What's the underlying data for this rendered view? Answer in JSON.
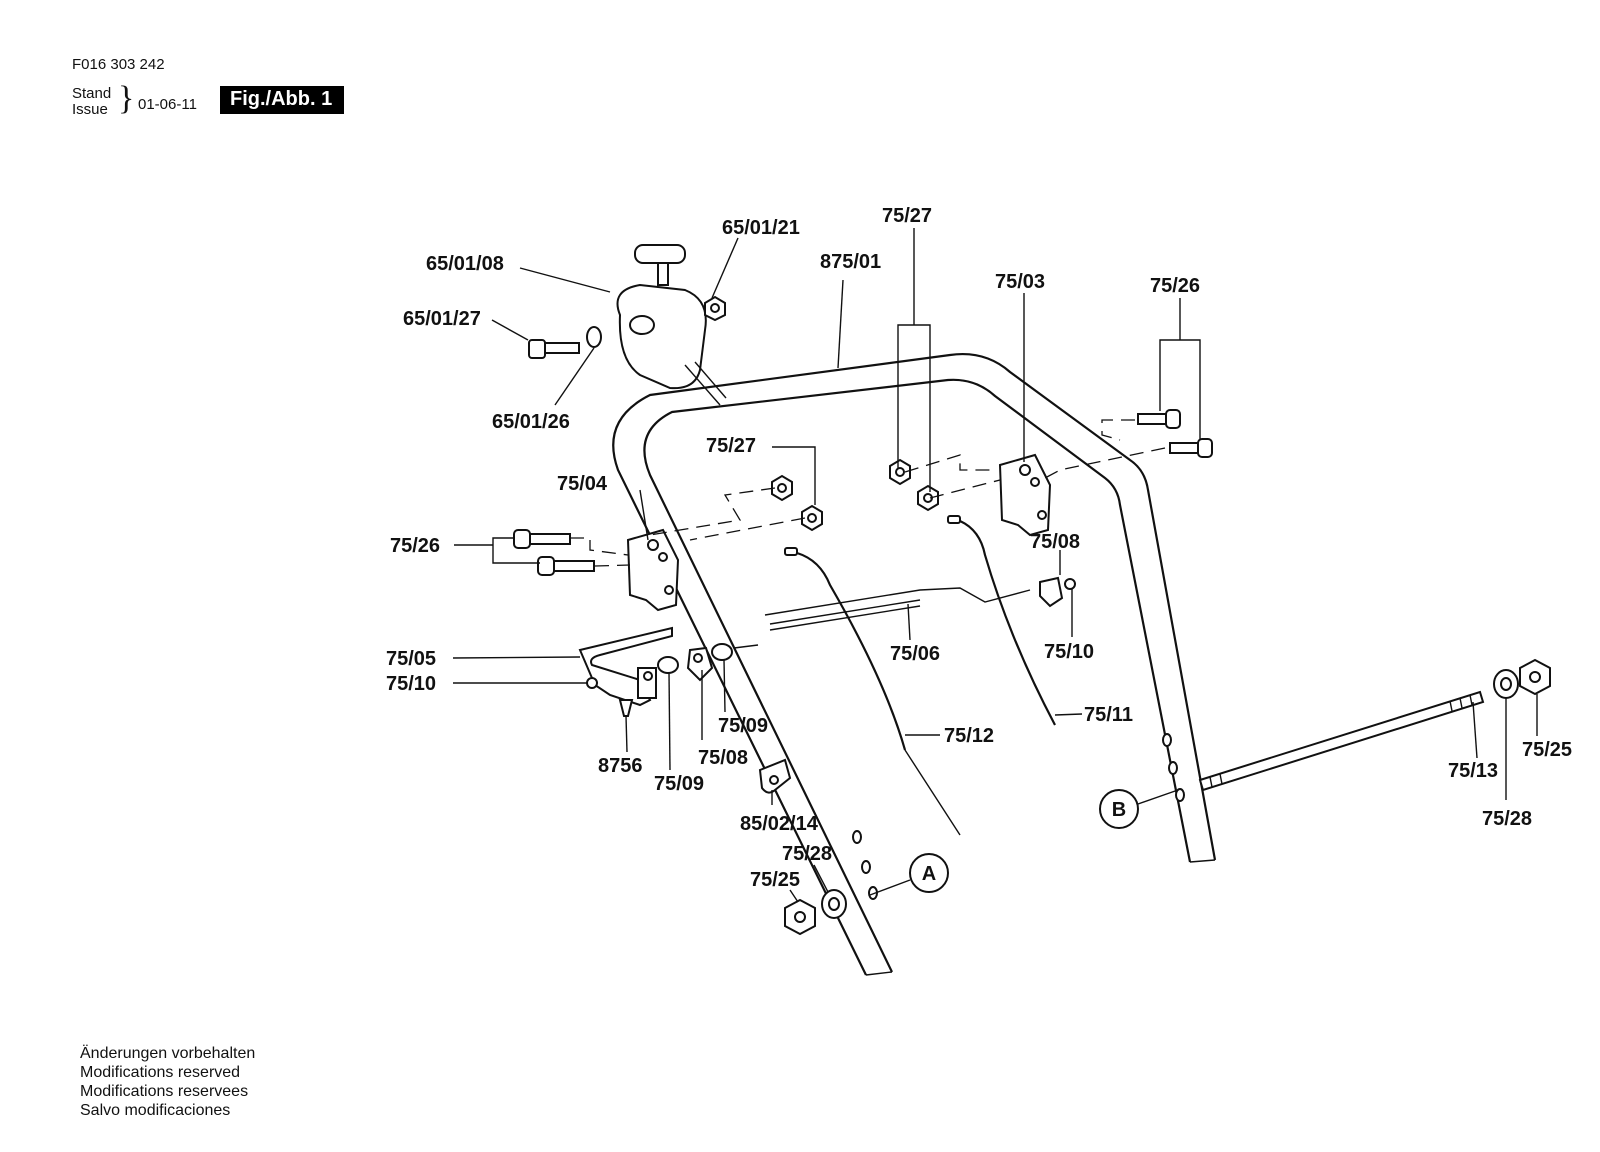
{
  "header": {
    "doc_number": "F016 303 242",
    "stand_label": "Stand",
    "issue_label": "Issue",
    "issue_date": "01-06-11",
    "figure_badge": "Fig./Abb. 1"
  },
  "footer": {
    "lines": [
      "Änderungen vorbehalten",
      "Modifications reserved",
      "Modifications reservees",
      "Salvo modificaciones"
    ]
  },
  "callouts": {
    "c65_01_21": "65/01/21",
    "c65_01_08": "65/01/08",
    "c65_01_27": "65/01/27",
    "c65_01_26": "65/01/26",
    "c875_01": "875/01",
    "c75_27_top": "75/27",
    "c75_03": "75/03",
    "c75_26_right": "75/26",
    "c75_27_mid": "75/27",
    "c75_04": "75/04",
    "c75_26_left": "75/26",
    "c75_08_right": "75/08",
    "c75_05": "75/05",
    "c75_10_left": "75/10",
    "c75_06": "75/06",
    "c75_10_right": "75/10",
    "c75_09_a": "75/09",
    "c8756": "8756",
    "c75_08_left": "75/08",
    "c75_09_b": "75/09",
    "c75_12": "75/12",
    "c75_11": "75/11",
    "c85_02_14": "85/02/14",
    "c75_28_left": "75/28",
    "c75_25_left": "75/25",
    "c75_13": "75/13",
    "c75_25_right": "75/25",
    "c75_28_right": "75/28",
    "detail_a": "A",
    "detail_b": "B"
  }
}
